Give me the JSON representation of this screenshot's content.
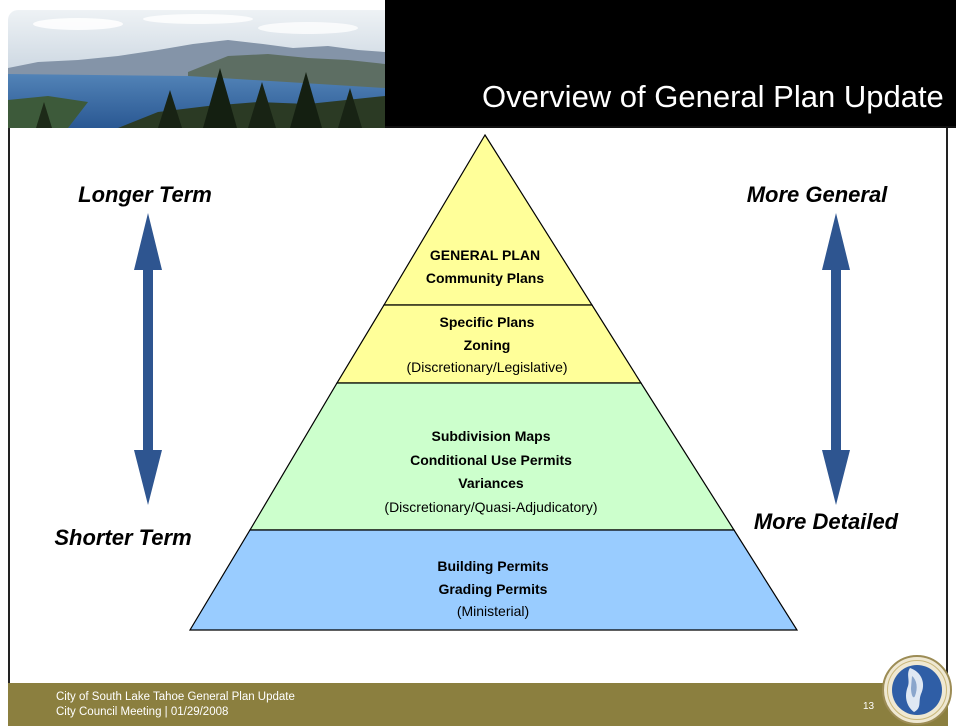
{
  "header": {
    "title": "Overview of General Plan Update"
  },
  "side_labels": {
    "left_top": "Longer Term",
    "left_bottom": "Shorter Term",
    "right_top": "More General",
    "right_bottom": "More Detailed"
  },
  "pyramid": {
    "tiers": [
      {
        "lines": [
          "GENERAL PLAN",
          "Community Plans"
        ],
        "fill": "#ffff99"
      },
      {
        "lines": [
          "Specific Plans",
          "Zoning"
        ],
        "note": "(Discretionary/Legislative)",
        "fill": "#ffff99"
      },
      {
        "lines": [
          "Subdivision Maps",
          "Conditional Use Permits",
          "Variances"
        ],
        "note": "(Discretionary/Quasi-Adjudicatory)",
        "fill": "#ccffcc"
      },
      {
        "lines": [
          "Building Permits",
          "Grading Permits"
        ],
        "note": "(Ministerial)",
        "fill": "#99ccff"
      }
    ]
  },
  "footer": {
    "line1": "City of South Lake Tahoe General Plan Update",
    "line2": "City Council Meeting | 01/29/2008",
    "page_number": "13"
  },
  "colors": {
    "header_bg": "#000000",
    "footer_bg": "#8b7f3f",
    "arrow": "#2e5590",
    "outline": "#000000"
  },
  "icons": {
    "arrows": "double-headed-vertical-arrow",
    "logo": "city-seal"
  }
}
